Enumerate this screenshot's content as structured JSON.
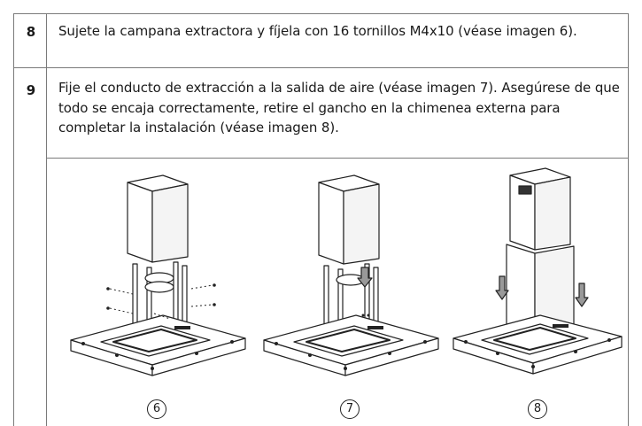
{
  "steps": [
    {
      "number": "8",
      "text": "Sujete la campana extractora y fíjela con 16 tornillos M4x10 (véase imagen 6)."
    },
    {
      "number": "9",
      "text": "Fije el conducto de extracción a la salida de aire (véase imagen 7). Asegúrese de que todo se encaja correctamente, retire el gancho en la chimenea externa para completar la instalación (véase imagen 8)."
    }
  ],
  "figures": [
    {
      "caption": "6",
      "icon": "range-hood-assembly-screws"
    },
    {
      "caption": "7",
      "icon": "range-hood-duct-connection"
    },
    {
      "caption": "8",
      "icon": "range-hood-chimney-lowered"
    }
  ]
}
